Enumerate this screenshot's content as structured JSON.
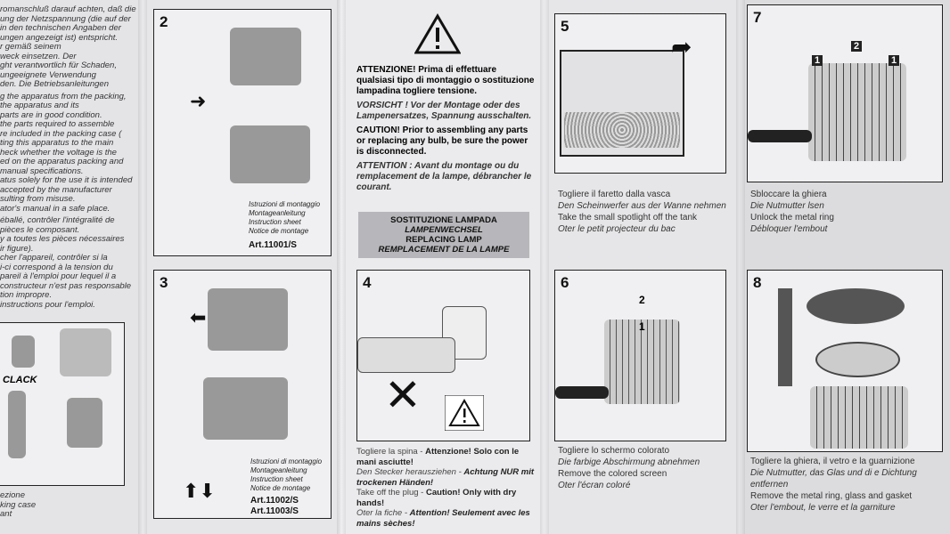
{
  "left_column": {
    "de_lines": [
      "romanschluß darauf achten, daß die",
      "ung der Netzspannung (die auf der",
      "in den technischen Angaben der",
      "ungen angezeigt ist) entspricht.",
      "r gemäß seinem",
      "weck einsetzen. Der",
      "ght verantwortlich für Schaden,",
      "ungeeignete Verwendung",
      "den. Die Betriebsanleitungen"
    ],
    "en_lines": [
      "g the apparatus from the packing,",
      "the apparatus and its",
      "parts are in good condition.",
      "the parts required to assemble",
      "re included in the packing case (",
      "ting this apparatus to the main",
      "heck whether the voltage is the",
      "ed on the apparatus packing and",
      "manual specifications.",
      "atus solely for the use it is intended",
      "accepted by the manufacturer",
      "sulting from misuse.",
      "ator's manual in a safe place."
    ],
    "fr_lines": [
      "éballé, contrôler l'intégralité de",
      "pièces le composant.",
      "y a toutes les pièces nécessaires",
      "ir figure).",
      "cher l'appareil, contrôler si la",
      "i-ci correspond à la tension du",
      "pareil à l'emploi pour lequel il a",
      "constructeur n'est pas responsable",
      "tion impropre.",
      "instructions pour l'emploi."
    ],
    "clack": "CLACK",
    "bottom_lines": [
      "ezione",
      "king case",
      "ant"
    ]
  },
  "panel2": {
    "number": "2",
    "labels": [
      "Istruzioni di montaggio",
      "Montageanleitung",
      "Instruction sheet",
      "Notice de montage"
    ],
    "article": "Art.11001/S"
  },
  "panel3": {
    "number": "3",
    "labels": [
      "Istruzioni di montaggio",
      "Montageanleitung",
      "Instruction sheet",
      "Notice de montage"
    ],
    "articles": [
      "Art.11002/S",
      "Art.11003/S"
    ]
  },
  "warning": {
    "icon": "warning-triangle-icon",
    "it": "ATTENZIONE! Prima di effettuare qualsiasi tipo di montaggio o sostituzione lampadina togliere tensione.",
    "de": "VORSICHT ! Vor der Montage oder des Lampenersatzes, Spannung ausschalten.",
    "en": "CAUTION! Prior to assembling any parts or replacing any bulb, be sure the power is disconnected.",
    "fr": "ATTENTION : Avant du montage ou du remplacement de la lampe, débrancher le courant."
  },
  "replacing_box": [
    "SOSTITUZIONE LAMPADA",
    "LAMPENWECHSEL",
    "REPLACING LAMP",
    "REMPLACEMENT DE LA LAMPE"
  ],
  "panel4": {
    "number": "4",
    "caption": [
      {
        "plain": "Togliere la spina - ",
        "bold": "Attenzione! Solo con le mani asciutte!"
      },
      {
        "plain": "Den Stecker herausziehen - ",
        "bold": "Achtung NUR mit trockenen Händen!"
      },
      {
        "plain": "Take off the plug - ",
        "bold": "Caution!  Only with dry hands!"
      },
      {
        "plain": "Oter la fiche - ",
        "bold": "Attention! Seulement avec les mains sèches!"
      }
    ]
  },
  "panel5": {
    "number": "5",
    "caption": [
      "Togliere il faretto dalla vasca",
      "Den Scheinwerfer aus der Wanne nehmen",
      "Take the small spotlight off the tank",
      "Oter le petit projecteur du bac"
    ]
  },
  "panel6": {
    "number": "6",
    "markers": [
      "2",
      "1"
    ],
    "caption": [
      "Togliere lo schermo colorato",
      "Die farbige Abschirmung abnehmen",
      "Remove the colored screen",
      "Oter l'écran coloré"
    ]
  },
  "panel7": {
    "number": "7",
    "markers": [
      "1",
      "2",
      "1"
    ],
    "caption": [
      "Sbloccare la ghiera",
      "Die  Nutmutter lsen",
      "Unlock the metal ring",
      "Débloquer l'embout"
    ]
  },
  "panel8": {
    "number": "8",
    "caption": [
      "Togliere la ghiera, il vetro e la guarnizione",
      "Die Nutmutter, das Glas und di e Dichtung entfernen",
      "Remove the metal ring, glass and gasket",
      "Oter l'embout, le verre et la garniture"
    ]
  }
}
